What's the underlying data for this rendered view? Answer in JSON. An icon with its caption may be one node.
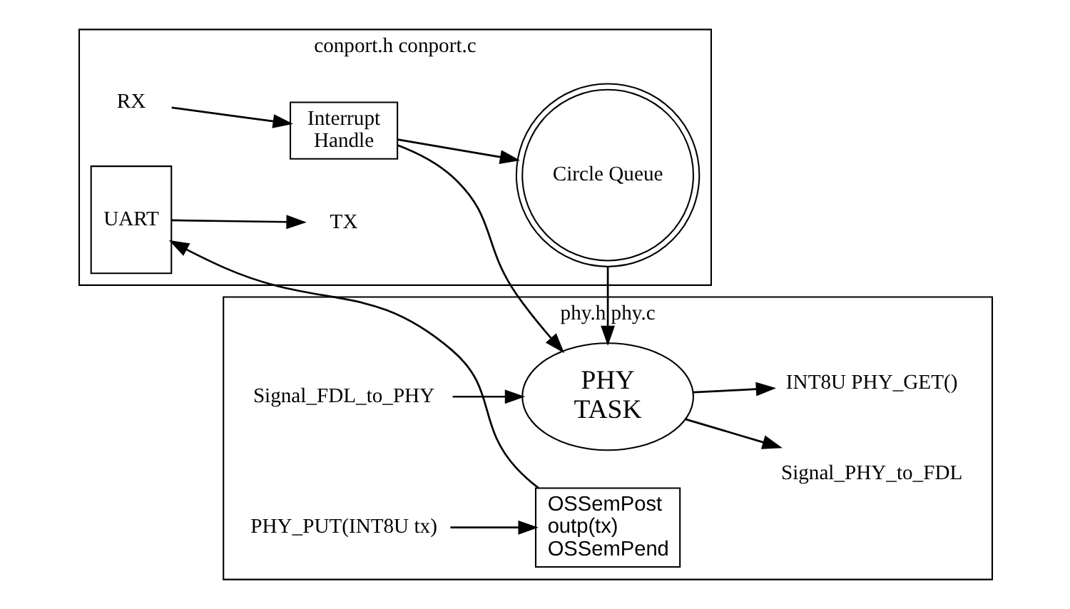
{
  "diagram": {
    "nodes": [
      {
        "text": [
          "conport.h conport.c"
        ]
      },
      {
        "text": [
          "phy.h phy.c"
        ]
      },
      {
        "text": [
          "RX"
        ],
        "in": 0
      },
      {
        "text": [
          "Interrupt Handle"
        ],
        "in": 0
      },
      {
        "text": [
          "Circle Queue"
        ],
        "in": 0
      },
      {
        "text": [
          "UART"
        ],
        "in": 0
      },
      {
        "text": [
          "TX"
        ],
        "in": 0
      },
      {
        "text": [
          "PHY TASK"
        ],
        "in": 1
      },
      {
        "text": [
          "Signal_PHY_to_FDL"
        ],
        "in": 1
      },
      {
        "text": [
          "INT8U PHY_GET()"
        ],
        "in": 1
      },
      {
        "text": [
          "Signal_FDL_to_PHY"
        ],
        "in": 1
      },
      {
        "text": [
          "OSSemPost outp(tx) OSSemPend"
        ],
        "in": 1
      },
      {
        "text": [
          "PHY_PUT(INT8U tx)"
        ],
        "in": 1
      }
    ],
    "edges": [
      {
        "from": 2,
        "to": 3,
        "arrow": "to"
      },
      {
        "from": 3,
        "to": 4,
        "arrow": "to"
      },
      {
        "from": 4,
        "to": 7,
        "arrow": "to"
      },
      {
        "from": 3,
        "to": 7,
        "arrow": "to"
      },
      {
        "from": 7,
        "to": 8,
        "arrow": "to"
      },
      {
        "from": 7,
        "to": 9,
        "arrow": "to"
      },
      {
        "from": 10,
        "to": 7,
        "arrow": "to"
      },
      {
        "from": 12,
        "to": 11,
        "arrow": "to"
      },
      {
        "from": 11,
        "to": 5,
        "arrow": "to"
      },
      {
        "from": 5,
        "to": 6,
        "arrow": "to"
      }
    ]
  }
}
